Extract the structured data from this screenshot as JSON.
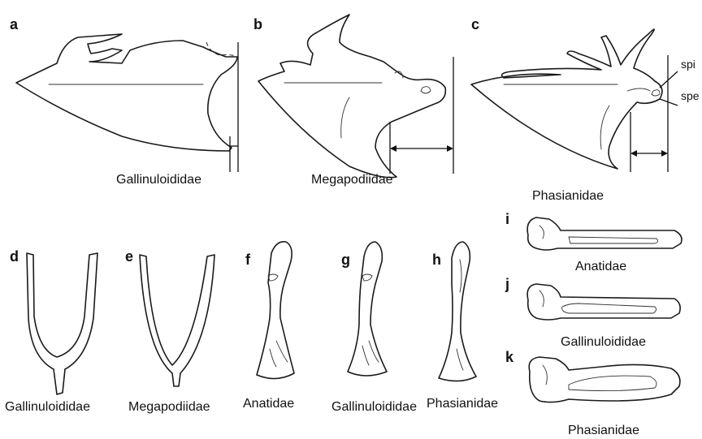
{
  "panels": {
    "a": {
      "letter": "a",
      "caption": "Gallinuloididae"
    },
    "b": {
      "letter": "b",
      "caption": "Megapodiidae"
    },
    "c": {
      "letter": "c",
      "caption": "Phasianidae",
      "callouts": [
        "spi",
        "spe"
      ]
    },
    "d": {
      "letter": "d",
      "caption": "Gallinuloididae"
    },
    "e": {
      "letter": "e",
      "caption": "Megapodiidae"
    },
    "f": {
      "letter": "f",
      "caption": "Anatidae"
    },
    "g": {
      "letter": "g",
      "caption": "Gallinuloididae"
    },
    "h": {
      "letter": "h",
      "caption": "Phasianidae"
    },
    "i": {
      "letter": "i",
      "caption": "Anatidae"
    },
    "j": {
      "letter": "j",
      "caption": "Gallinuloididae"
    },
    "k": {
      "letter": "k",
      "caption": "Phasianidae"
    }
  }
}
